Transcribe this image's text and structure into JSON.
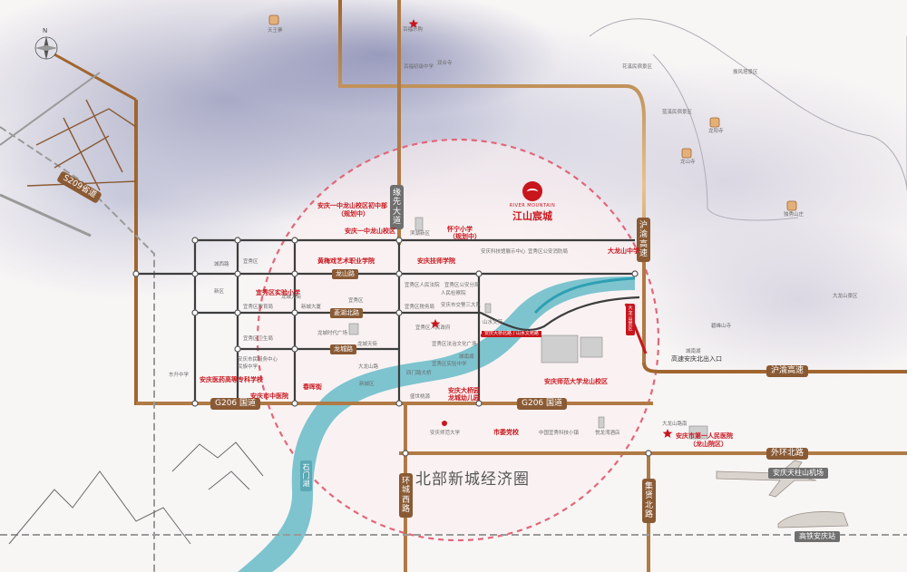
{
  "compass": {
    "north": "N"
  },
  "project": {
    "logo_en": "RIVER MOUNTAIN",
    "logo_cn": "江山宸城"
  },
  "circle_title": "北部新城经济圈",
  "roads": {
    "s209": "S209省道",
    "g206_left": "G206 国道",
    "g206_right": "G206 国道",
    "huyu_v": "沪渝高速",
    "huyu_h": "沪渝高速",
    "waihuan": "外环北路",
    "huanchengxi": "环城西路",
    "jixian": "缘先大道",
    "jixu": "集贤北路"
  },
  "transport": {
    "airport": "安庆天柱山机场",
    "station": "高铁安庆站",
    "exit": "高速安庆北出入口",
    "shimen": "石门湖",
    "lake_label": "城南湖"
  },
  "schools_red": [
    {
      "id": "s1",
      "text": "安庆一中龙山校区初中部"
    },
    {
      "id": "s1b",
      "text": "（规划中）"
    },
    {
      "id": "s2",
      "text": "安庆一中龙山校区"
    },
    {
      "id": "s3",
      "text": "黄梅戏艺术职业学院"
    },
    {
      "id": "s4",
      "text": "安庆技师学院"
    },
    {
      "id": "s5",
      "text": "怀宁小学"
    },
    {
      "id": "s5b",
      "text": "（规划中）"
    },
    {
      "id": "s6",
      "text": "大龙山中学"
    },
    {
      "id": "s7",
      "text": "宜秀区实验小学"
    },
    {
      "id": "s8",
      "text": "安庆医药高等专科学校"
    },
    {
      "id": "s9",
      "text": "安庆市中医院"
    },
    {
      "id": "s10",
      "text": "春晖街"
    },
    {
      "id": "s11",
      "text": "安庆大桥园"
    },
    {
      "id": "s11b",
      "text": "龙城幼儿园"
    },
    {
      "id": "s12",
      "text": "安庆师范大学龙山校区"
    },
    {
      "id": "s13",
      "text": "市委党校"
    },
    {
      "id": "s14",
      "text": "安庆市第一人民医院"
    },
    {
      "id": "s14b",
      "text": "（龙山院区）"
    }
  ],
  "places_grey": [
    {
      "id": "g1",
      "text": "天王寨"
    },
    {
      "id": "g2",
      "text": "百福乐购"
    },
    {
      "id": "g3",
      "text": "百福初级中学"
    },
    {
      "id": "g4",
      "text": "双合寺"
    },
    {
      "id": "g5",
      "text": "花溪民宿景区"
    },
    {
      "id": "g6",
      "text": "蓝溪民宿景区"
    },
    {
      "id": "g7",
      "text": "龙阳寺"
    },
    {
      "id": "g8",
      "text": "龙山寺"
    },
    {
      "id": "g9",
      "text": "独秀山庄"
    },
    {
      "id": "g10",
      "text": "大龙山景区"
    },
    {
      "id": "g11",
      "text": "振风塔景区"
    },
    {
      "id": "g12",
      "text": "碧峰山寺"
    },
    {
      "id": "g13",
      "text": "滨湖新区"
    },
    {
      "id": "g14",
      "text": "安庆科技馆展示中心"
    },
    {
      "id": "g15",
      "text": "宜秀区公安消防局"
    },
    {
      "id": "g16",
      "text": "新区"
    },
    {
      "id": "g17",
      "text": "宜秀区"
    },
    {
      "id": "g18",
      "text": "宜秀区人民法院"
    },
    {
      "id": "g19",
      "text": "宜秀区公安分局"
    },
    {
      "id": "g20",
      "text": "人民检察院"
    },
    {
      "id": "g21",
      "text": "安庆市交警三大队"
    },
    {
      "id": "g22",
      "text": "宜秀区税务局"
    },
    {
      "id": "g23",
      "text": "宜秀区人民政府"
    },
    {
      "id": "g24",
      "text": "山水文苑"
    },
    {
      "id": "g25",
      "text": "宜秀区法治文化广场"
    },
    {
      "id": "g26",
      "text": "龙城时代广场"
    },
    {
      "id": "g27",
      "text": "新城大厦"
    },
    {
      "id": "g28",
      "text": "宜秀区教育局"
    },
    {
      "id": "g29",
      "text": "宜秀区卫生局"
    },
    {
      "id": "g30",
      "text": "安庆市民服务中心"
    },
    {
      "id": "g31",
      "text": "东升中学"
    },
    {
      "id": "g32",
      "text": "民族中学"
    },
    {
      "id": "g33",
      "text": "宜秀区"
    },
    {
      "id": "g34",
      "text": "龙城天街"
    },
    {
      "id": "g35",
      "text": "大龙山路"
    },
    {
      "id": "g36",
      "text": "城西路"
    },
    {
      "id": "g37",
      "text": "龙城大街"
    },
    {
      "id": "g38",
      "text": "四门路大桥"
    },
    {
      "id": "g39",
      "text": "盛世桃源"
    },
    {
      "id": "g40",
      "text": "宜秀区实验中学"
    },
    {
      "id": "g41",
      "text": "安庆师范大学"
    },
    {
      "id": "g42",
      "text": "中国宜秀科技小镇"
    },
    {
      "id": "g43",
      "text": "悦龙湾酒店"
    },
    {
      "id": "g44",
      "text": "大龙山路南"
    },
    {
      "id": "g45",
      "text": "新城区"
    },
    {
      "id": "g46",
      "text": "城南湖"
    }
  ],
  "red_bar": "安庆大桥北路 / 山水文苑路",
  "road_brown": [
    {
      "id": "rb1",
      "text": "龙山路"
    },
    {
      "id": "rb2",
      "text": "菱湖北路"
    },
    {
      "id": "rb3",
      "text": "龙城路"
    }
  ],
  "side_tag": "大龙山景区"
}
